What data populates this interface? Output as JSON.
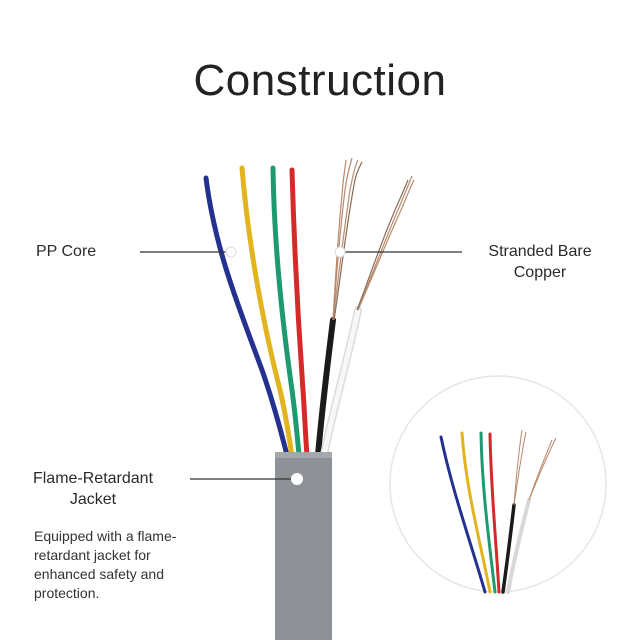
{
  "title": "Construction",
  "labels": {
    "pp_core": "PP Core",
    "stranded_copper_line1": "Stranded Bare",
    "stranded_copper_line2": "Copper",
    "jacket_line1": "Flame-Retardant",
    "jacket_line2": "Jacket"
  },
  "description": "Equipped with a flame-retardant jacket for enhanced safety and protection.",
  "colors": {
    "jacket": "#8e9196",
    "blue_wire": "#25318f",
    "yellow_wire": "#e2b420",
    "green_wire": "#1e9a6e",
    "red_wire": "#d42a2a",
    "black_wire": "#1b1b1b",
    "white_wire": "#f3f3f3",
    "copper": "#b98a6d",
    "leader_line": "#333333"
  }
}
